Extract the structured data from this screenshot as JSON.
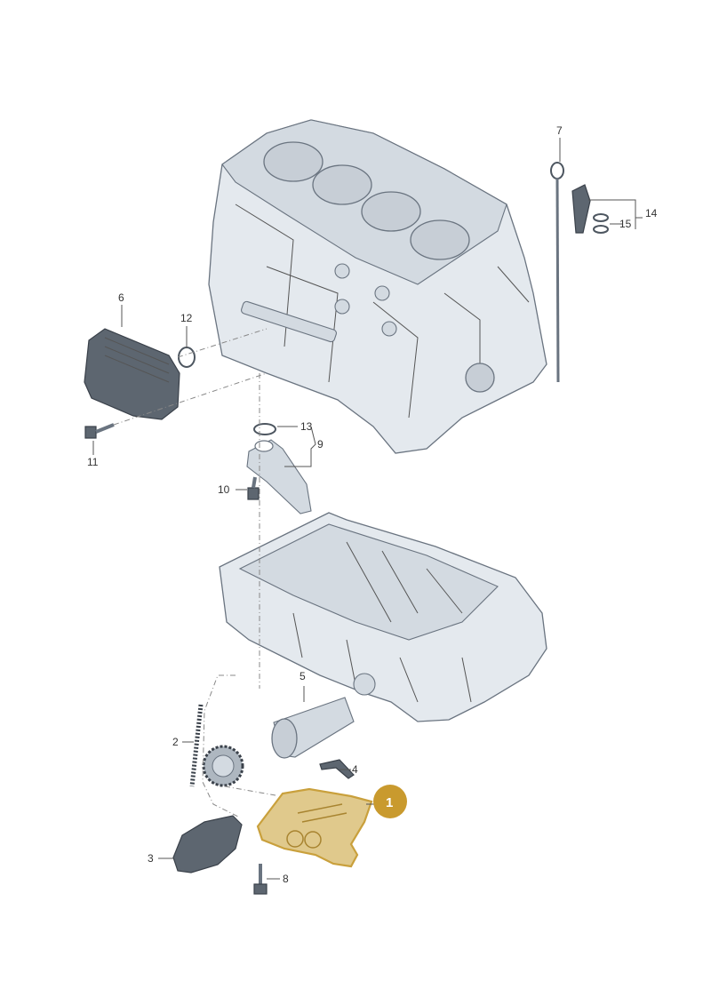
{
  "diagram": {
    "callouts": [
      {
        "id": "1",
        "text": "1"
      },
      {
        "id": "2",
        "text": "2"
      },
      {
        "id": "3",
        "text": "3"
      },
      {
        "id": "4",
        "text": "4"
      },
      {
        "id": "5",
        "text": "5"
      },
      {
        "id": "6",
        "text": "6"
      },
      {
        "id": "7",
        "text": "7"
      },
      {
        "id": "8",
        "text": "8"
      },
      {
        "id": "9",
        "text": "9"
      },
      {
        "id": "10",
        "text": "10"
      },
      {
        "id": "11",
        "text": "11"
      },
      {
        "id": "12",
        "text": "12"
      },
      {
        "id": "13",
        "text": "13"
      },
      {
        "id": "14",
        "text": "14"
      },
      {
        "id": "15",
        "text": "15"
      }
    ],
    "highlight_color": "#c9a03c",
    "badge_color": "#c99a2e"
  }
}
